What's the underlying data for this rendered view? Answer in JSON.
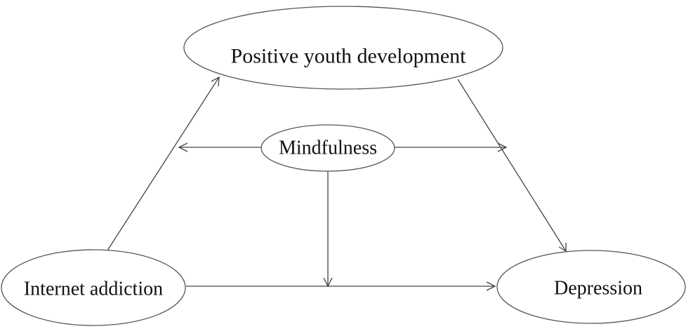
{
  "diagram": {
    "nodes": {
      "pyd": {
        "label": "Positive youth development"
      },
      "mindfulness": {
        "label": "Mindfulness"
      },
      "internet_addiction": {
        "label": "Internet addiction"
      },
      "depression": {
        "label": "Depression"
      }
    },
    "edges": [
      {
        "from": "internet_addiction",
        "to": "pyd"
      },
      {
        "from": "pyd",
        "to": "depression"
      },
      {
        "from": "internet_addiction",
        "to": "depression"
      },
      {
        "from": "mindfulness",
        "to": "internet_addiction_to_pyd_path"
      },
      {
        "from": "mindfulness",
        "to": "pyd_to_depression_path"
      },
      {
        "from": "mindfulness",
        "to": "internet_addiction_to_depression_path"
      }
    ]
  }
}
